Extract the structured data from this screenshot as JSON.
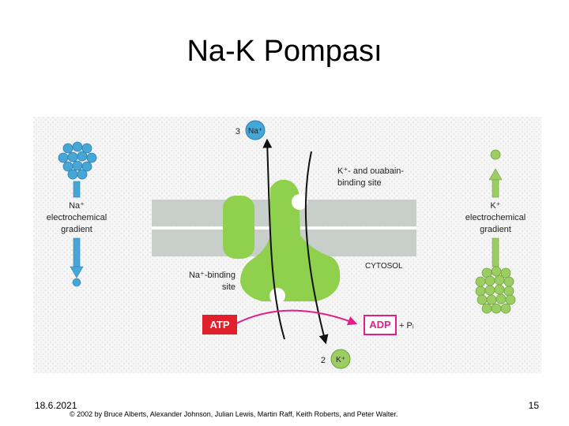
{
  "slide": {
    "title": "Na-K Pompası",
    "date": "18.6.2021",
    "page_number": "15",
    "credit": "© 2002 by Bruce Alberts, Alexander Johnson, Julian Lewis, Martin Raff, Keith Roberts, and Peter Walter."
  },
  "diagram": {
    "na_count": "3",
    "na_ion": "Na⁺",
    "k_count": "2",
    "k_ion": "K⁺",
    "left_gradient": [
      "Na⁺",
      "electrochemical",
      "gradient"
    ],
    "right_gradient": [
      "K⁺",
      "electrochemical",
      "gradient"
    ],
    "ouabain_site": [
      "K⁺- and ouabain-",
      "binding site"
    ],
    "na_binding_site": [
      "Na⁺-binding",
      "site"
    ],
    "cytosol": "CYTOSOL",
    "atp": "ATP",
    "adp": "ADP",
    "pi": "+ Pᵢ",
    "colors": {
      "na_blue": "#46a6d6",
      "k_green": "#9ccd63",
      "pump_green": "#8fd04c",
      "membrane": "#c8ceca",
      "atp_red": "#e0202a",
      "adp_magenta": "#e0208a"
    }
  }
}
